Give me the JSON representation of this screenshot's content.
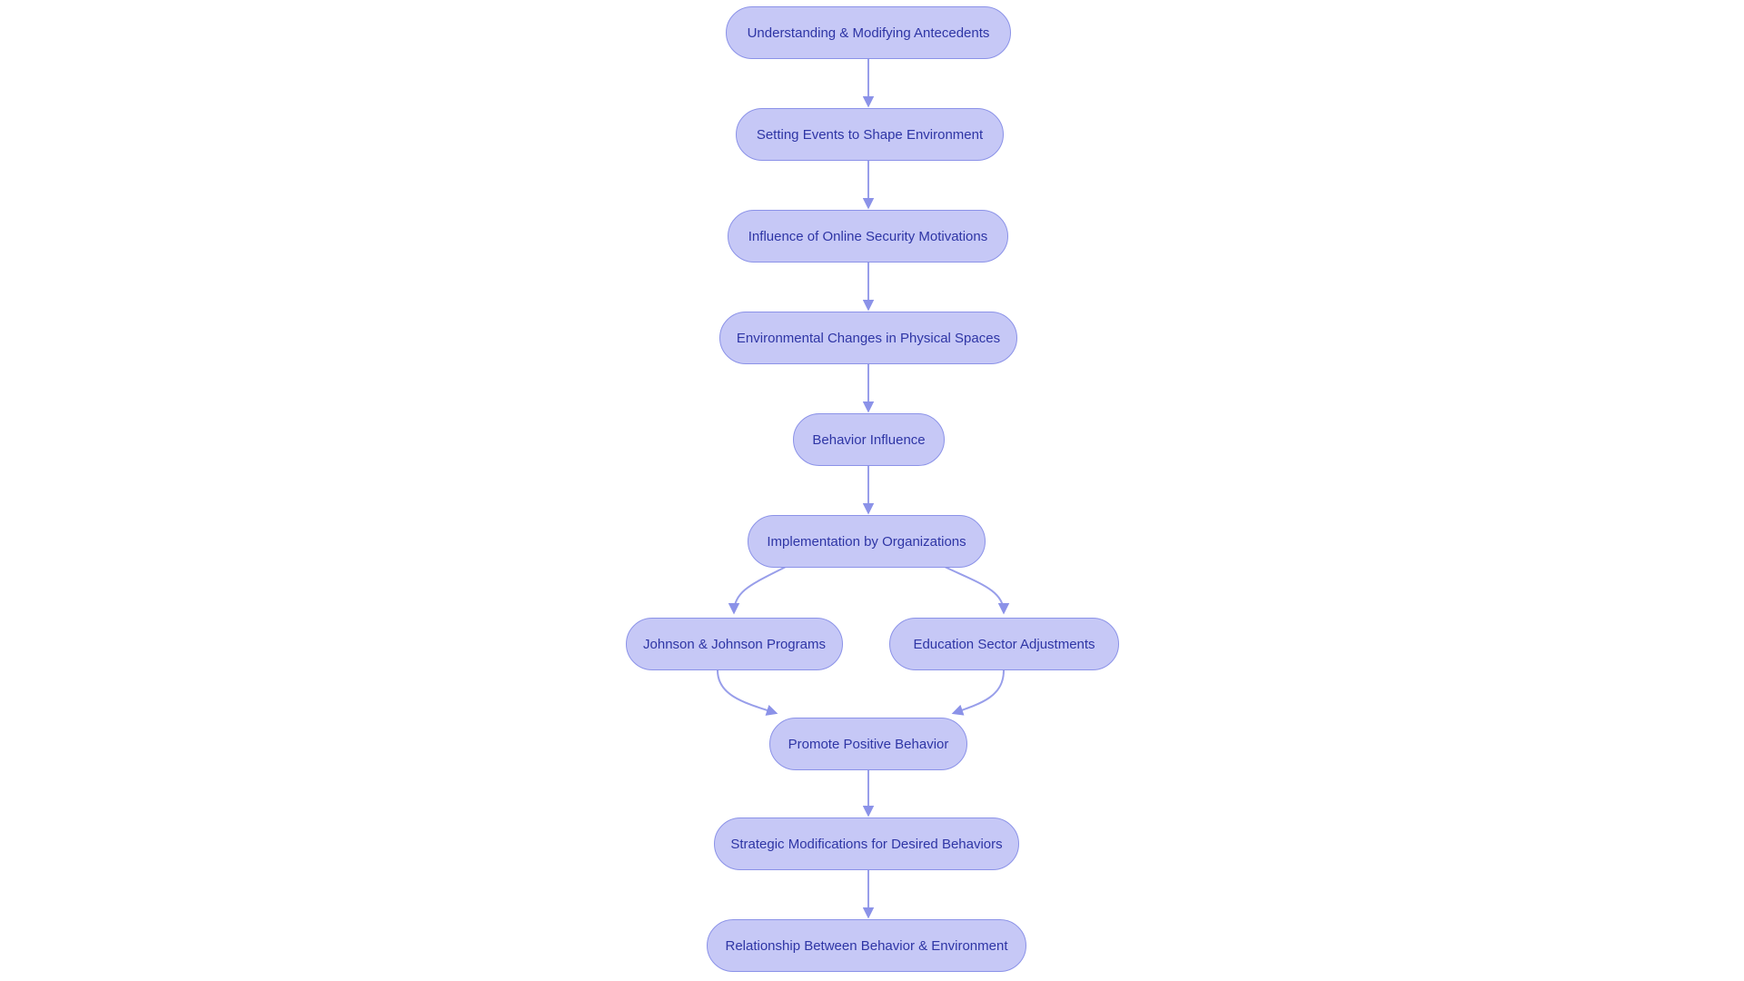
{
  "diagram": {
    "type": "flowchart",
    "direction": "top-down",
    "background_color": "#ffffff",
    "node_fill_color": "#c6c8f6",
    "node_border_color": "#8b92e8",
    "node_text_color": "#2e35a5",
    "edge_color": "#989eea",
    "nodes": [
      {
        "id": "n1",
        "label": "Understanding & Modifying Antecedents"
      },
      {
        "id": "n2",
        "label": "Setting Events to Shape Environment"
      },
      {
        "id": "n3",
        "label": "Influence of Online Security Motivations"
      },
      {
        "id": "n4",
        "label": "Environmental Changes in Physical Spaces"
      },
      {
        "id": "n5",
        "label": "Behavior Influence"
      },
      {
        "id": "n6",
        "label": "Implementation by Organizations"
      },
      {
        "id": "n7",
        "label": "Johnson & Johnson Programs"
      },
      {
        "id": "n8",
        "label": "Education Sector Adjustments"
      },
      {
        "id": "n9",
        "label": "Promote Positive Behavior"
      },
      {
        "id": "n10",
        "label": "Strategic Modifications for Desired Behaviors"
      },
      {
        "id": "n11",
        "label": "Relationship Between Behavior & Environment"
      }
    ],
    "edges": [
      {
        "from": "n1",
        "to": "n2"
      },
      {
        "from": "n2",
        "to": "n3"
      },
      {
        "from": "n3",
        "to": "n4"
      },
      {
        "from": "n4",
        "to": "n5"
      },
      {
        "from": "n5",
        "to": "n6"
      },
      {
        "from": "n6",
        "to": "n7"
      },
      {
        "from": "n6",
        "to": "n8"
      },
      {
        "from": "n7",
        "to": "n9"
      },
      {
        "from": "n8",
        "to": "n9"
      },
      {
        "from": "n9",
        "to": "n10"
      },
      {
        "from": "n10",
        "to": "n11"
      }
    ]
  }
}
